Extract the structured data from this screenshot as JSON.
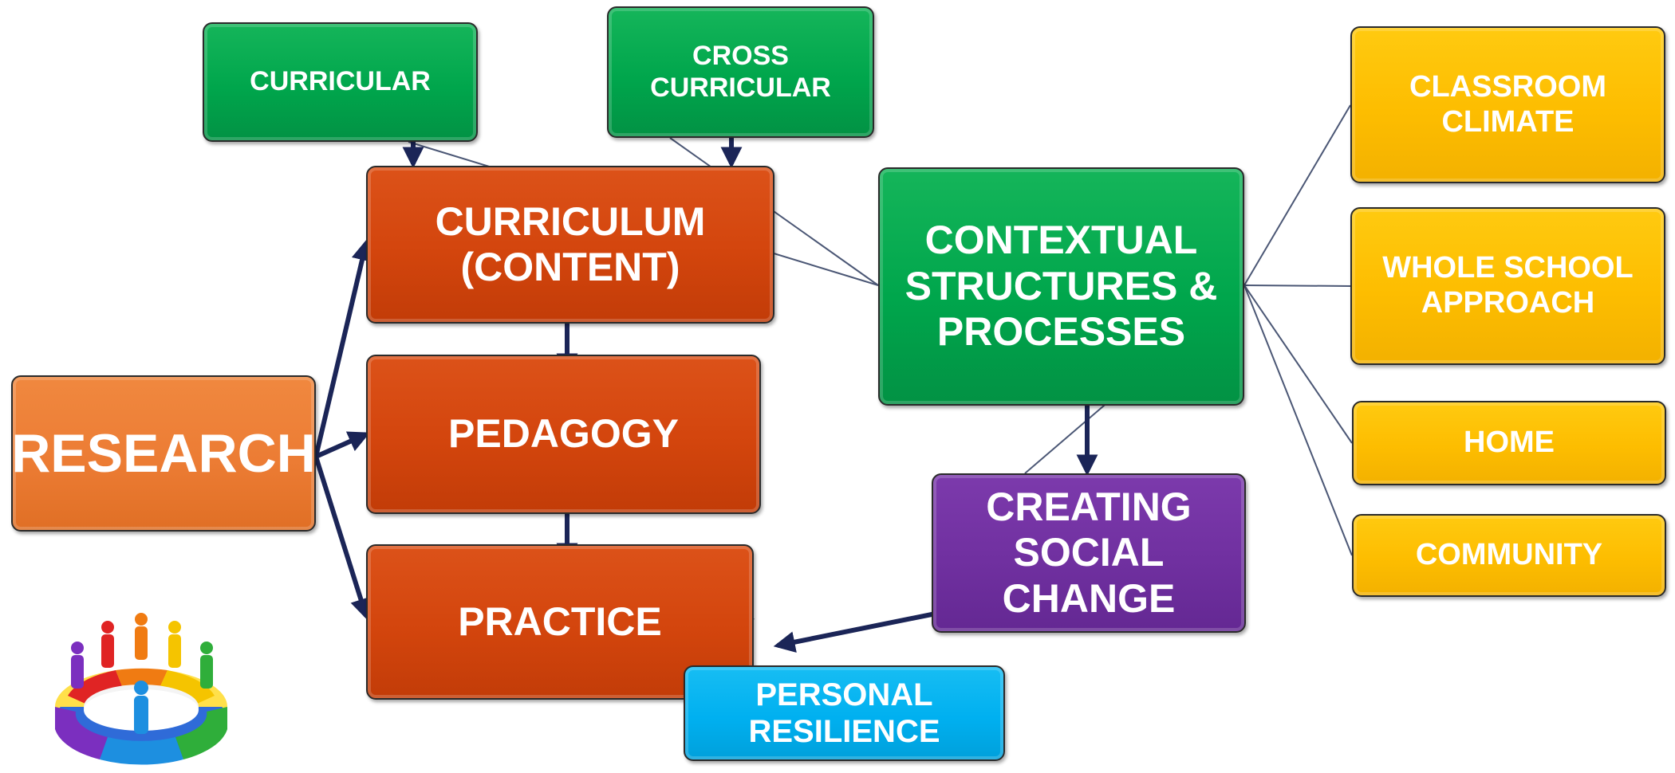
{
  "diagram": {
    "nodes": {
      "curricular": "CURRICULAR",
      "cross_curricular": "CROSS\nCURRICULAR",
      "curriculum": "CURRICULUM\n(CONTENT)",
      "pedagogy": "PEDAGOGY",
      "practice": "PRACTICE",
      "research": "RESEARCH",
      "contextual": "CONTEXTUAL\nSTRUCTURES &\nPROCESSES",
      "social_change": "CREATING\nSOCIAL\nCHANGE",
      "resilience": "PERSONAL\nRESILIENCE",
      "classroom": "CLASSROOM\nCLIMATE",
      "whole_school": "WHOLE SCHOOL\nAPPROACH",
      "home": "HOME",
      "community": "COMMUNITY"
    },
    "edges": [
      {
        "from": "research",
        "to": "curriculum",
        "type": "arrow"
      },
      {
        "from": "research",
        "to": "pedagogy",
        "type": "arrow"
      },
      {
        "from": "research",
        "to": "practice",
        "type": "arrow"
      },
      {
        "from": "curricular",
        "to": "curriculum",
        "type": "arrow"
      },
      {
        "from": "cross_curricular",
        "to": "curriculum",
        "type": "arrow"
      },
      {
        "from": "curriculum",
        "to": "pedagogy",
        "type": "arrow"
      },
      {
        "from": "pedagogy",
        "to": "practice",
        "type": "arrow"
      },
      {
        "from": "contextual",
        "to": "social_change",
        "type": "arrow"
      },
      {
        "from": "social_change",
        "to": "practice",
        "type": "arrow"
      },
      {
        "from": "contextual",
        "to": "curricular",
        "type": "line"
      },
      {
        "from": "contextual",
        "to": "cross_curricular",
        "type": "line"
      },
      {
        "from": "contextual",
        "to": "classroom",
        "type": "line"
      },
      {
        "from": "contextual",
        "to": "whole_school",
        "type": "line"
      },
      {
        "from": "contextual",
        "to": "home",
        "type": "line"
      },
      {
        "from": "contextual",
        "to": "community",
        "type": "line"
      },
      {
        "from": "contextual",
        "to": "social_change",
        "type": "line"
      },
      {
        "from": "resilience",
        "to": "practice",
        "type": "line"
      }
    ],
    "colors": {
      "green": "#00a64c",
      "red": "#d3450d",
      "orange": "#ec7c34",
      "yellow": "#fdbd00",
      "purple": "#7030a0",
      "cyan": "#00b0f0",
      "arrow": "#1b2557",
      "connector": "#4b5775"
    },
    "logo_icon": "team-circle-puzzle-icon"
  }
}
